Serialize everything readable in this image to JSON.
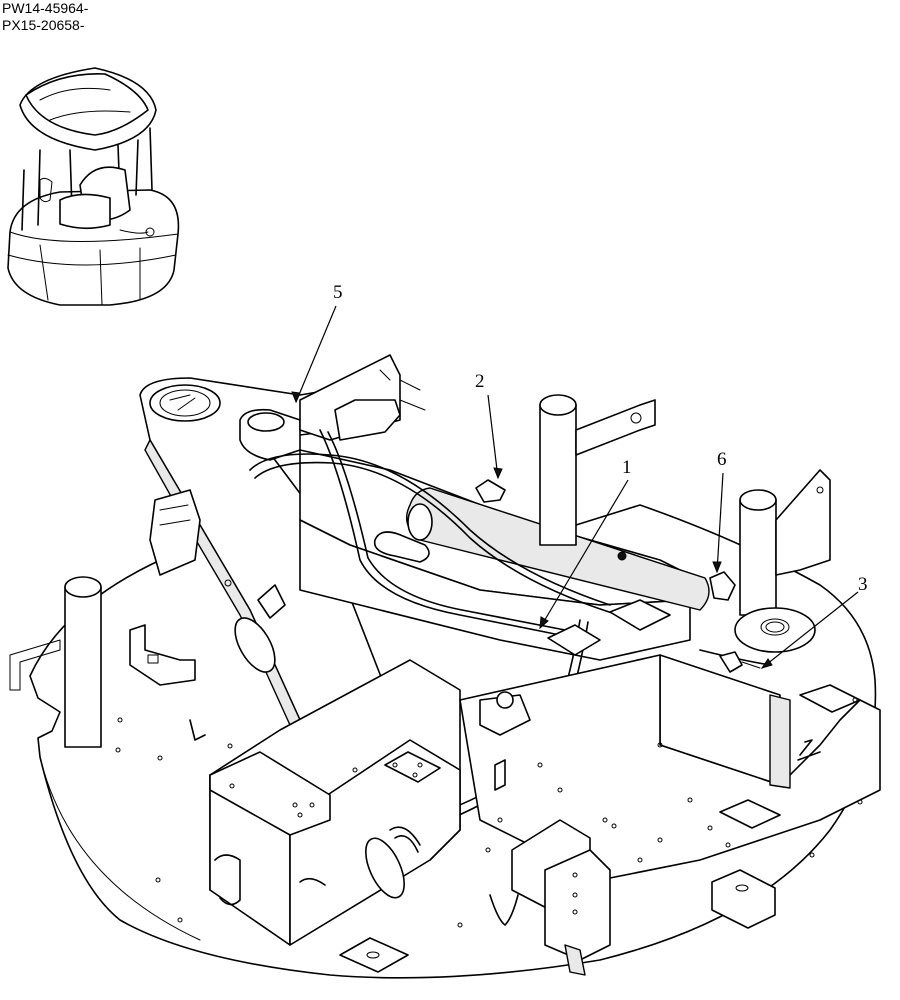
{
  "serial_ranges": [
    "PW14-45964-",
    "PX15-20658-"
  ],
  "callouts": [
    {
      "id": "1",
      "label": "1"
    },
    {
      "id": "2",
      "label": "2"
    },
    {
      "id": "3",
      "label": "3"
    },
    {
      "id": "5",
      "label": "5"
    },
    {
      "id": "6",
      "label": "6"
    }
  ],
  "icons": {
    "machine_overview": "excavator-overview-icon",
    "frame_drawing": "upper-frame-drawing"
  }
}
